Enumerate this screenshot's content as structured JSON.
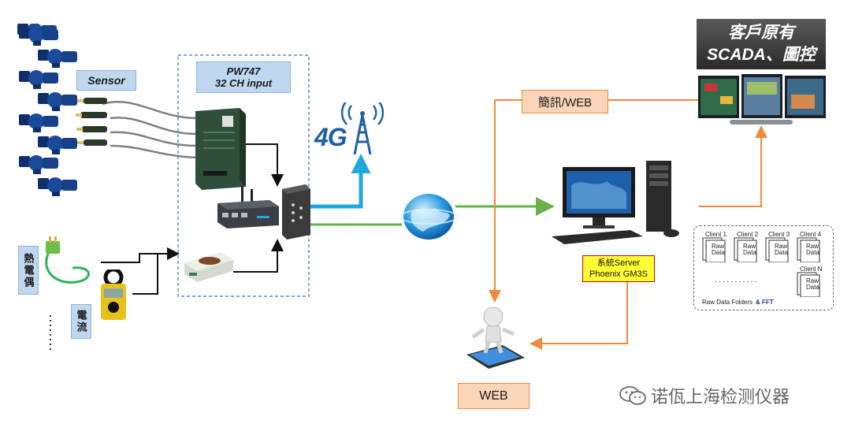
{
  "labels": {
    "sensor": "Sensor",
    "pw747_line1": "PW747",
    "pw747_line2": "32 CH input",
    "four_g": "4G",
    "sms_web": "簡訊/WEB",
    "scada_line1": "客戶原有",
    "scada_line2": "SCADA、圖控",
    "server_line1": "系統Server",
    "server_line2": "Phoenix GM3S",
    "web": "WEB",
    "thermocouple": "熱電偶",
    "current": "電流",
    "raw_folders": "Raw Data Folders",
    "fft": "& FFT",
    "dots": "...........",
    "watermark": "诺佤上海检测仪器",
    "raw_data": "Raw Data"
  },
  "clients": [
    "Client 1",
    "Client 2",
    "Client 3",
    "Client 4",
    "Client N"
  ],
  "colors": {
    "orange": "#ef8a3c",
    "green": "#6ab04c",
    "blue": "#1fa7e0",
    "black": "#111111",
    "label_blue": "#bfd8ef",
    "label_orange": "#fbd5b7"
  }
}
